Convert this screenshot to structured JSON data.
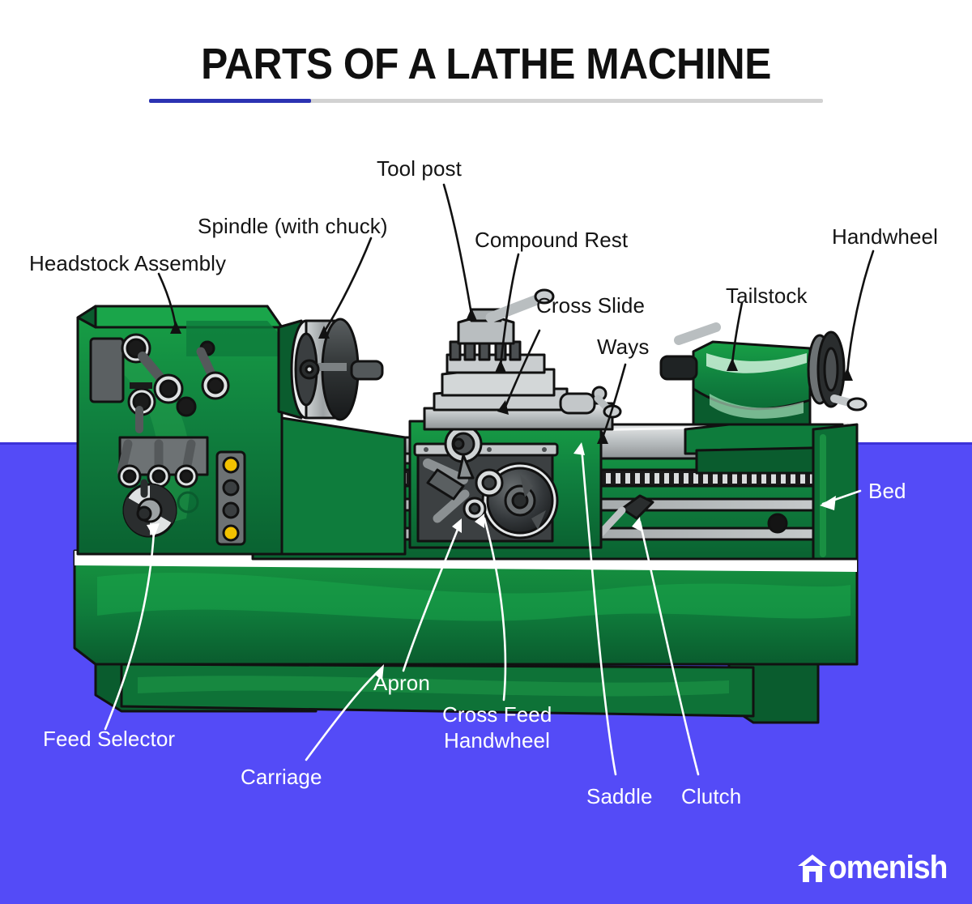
{
  "header": {
    "title": "PARTS OF A LATHE MACHINE",
    "accent_color": "#2b32b2",
    "rule_color": "#d2d2d2"
  },
  "theme": {
    "background_top": "#ffffff",
    "background_bottom": "#544bf7",
    "machine_green_dark": "#0b6b34",
    "machine_green": "#10813f",
    "machine_green_light": "#179a3f",
    "machine_green_highlight": "#2fb255",
    "metal_light": "#d9dcdd",
    "metal_mid": "#a9aeb0",
    "metal_dark": "#6c7173",
    "near_black": "#1a1a1a",
    "accent_yellow": "#f2c200",
    "label_dark": "#141414",
    "label_light": "#ffffff"
  },
  "diagram": {
    "subject": "lathe machine",
    "labels": [
      {
        "id": "headstock-assembly",
        "text": "Headstock Assembly",
        "color": "dark"
      },
      {
        "id": "spindle-with-chuck",
        "text": "Spindle (with chuck)",
        "color": "dark"
      },
      {
        "id": "tool-post",
        "text": "Tool post",
        "color": "dark"
      },
      {
        "id": "compound-rest",
        "text": "Compound Rest",
        "color": "dark"
      },
      {
        "id": "cross-slide",
        "text": "Cross Slide",
        "color": "dark"
      },
      {
        "id": "ways",
        "text": "Ways",
        "color": "dark"
      },
      {
        "id": "tailstock",
        "text": "Tailstock",
        "color": "dark"
      },
      {
        "id": "handwheel",
        "text": "Handwheel",
        "color": "dark"
      },
      {
        "id": "bed",
        "text": "Bed",
        "color": "light"
      },
      {
        "id": "feed-selector",
        "text": "Feed Selector",
        "color": "light"
      },
      {
        "id": "carriage",
        "text": "Carriage",
        "color": "light"
      },
      {
        "id": "apron",
        "text": "Apron",
        "color": "light"
      },
      {
        "id": "cross-feed-handwheel-line1",
        "text": "Cross Feed",
        "color": "light"
      },
      {
        "id": "cross-feed-handwheel-line2",
        "text": "Handwheel",
        "color": "light"
      },
      {
        "id": "saddle",
        "text": "Saddle",
        "color": "light"
      },
      {
        "id": "clutch",
        "text": "Clutch",
        "color": "light"
      }
    ]
  },
  "footer": {
    "brand": "omenish",
    "brand_full": "Homenish"
  }
}
